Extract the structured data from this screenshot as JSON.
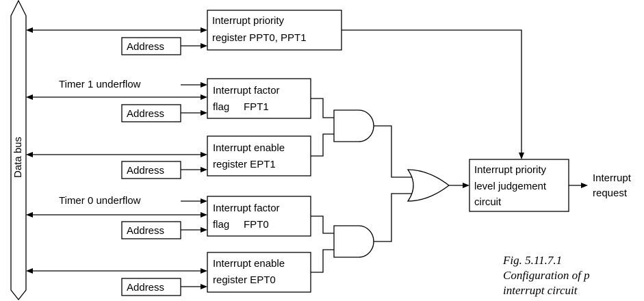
{
  "bus": {
    "label": "Data bus"
  },
  "blocks": {
    "ppt": [
      "Interrupt priority",
      "register PPT0, PPT1"
    ],
    "fpt1": [
      "Interrupt factor",
      "flag     FPT1"
    ],
    "ept1": [
      "Interrupt enable",
      "register EPT1"
    ],
    "fpt0": [
      "Interrupt factor",
      "flag     FPT0"
    ],
    "ept0": [
      "Interrupt enable",
      "register EPT0"
    ],
    "judge": [
      "Interrupt priority",
      "level judgement",
      "circuit"
    ]
  },
  "address_label": "Address",
  "inputs": {
    "timer1": "Timer 1 underflow",
    "timer0": "Timer 0 underflow"
  },
  "output": [
    "Interrupt",
    "request"
  ],
  "caption": [
    "Fig. 5.11.7.1",
    "Configuration of p",
    "interrupt circuit"
  ]
}
